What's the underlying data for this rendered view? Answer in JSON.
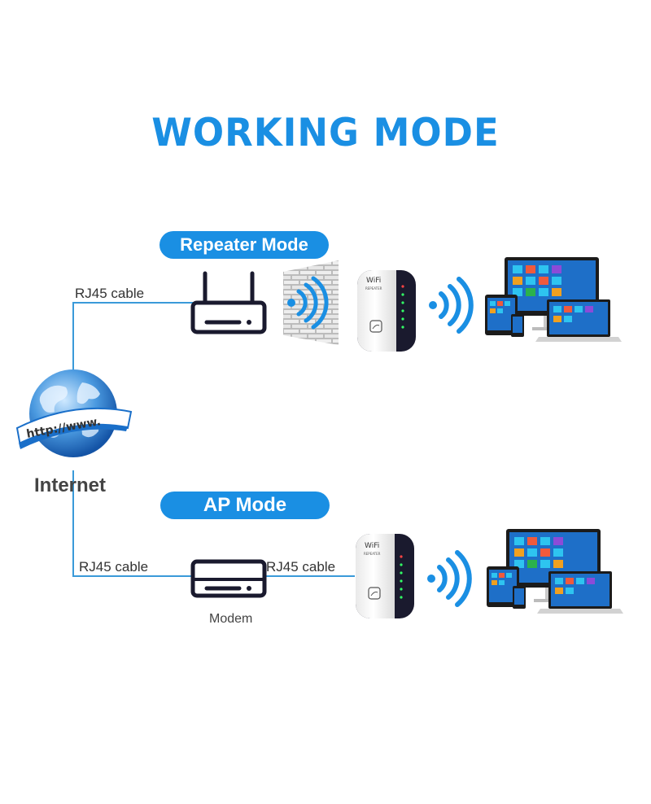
{
  "page": {
    "title": "WORKING MODE"
  },
  "modes": {
    "repeater": {
      "label": "Repeater Mode"
    },
    "ap": {
      "label": "AP Mode"
    }
  },
  "labels": {
    "internet": "Internet",
    "url": "http://www.",
    "cable_top": "RJ45 cable",
    "cable_bottom_left": "RJ45 cable",
    "cable_bottom_right": "RJ45 cable",
    "modem": "Modem"
  },
  "device": {
    "brand": "WiFi",
    "model": "REPEATER"
  },
  "icons": [
    "globe-icon",
    "router-icon",
    "modem-icon",
    "brick-wall-icon",
    "wifi-signal-icon",
    "repeater-icon",
    "devices-icon"
  ],
  "colors": {
    "accent": "#1a8fe3",
    "line": "#3a9ad9",
    "device_dark": "#1a1a2e"
  }
}
